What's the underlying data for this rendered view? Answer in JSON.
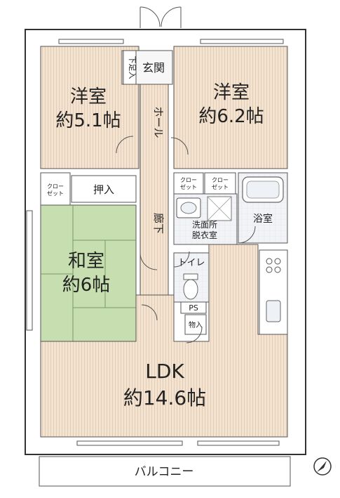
{
  "rooms": {
    "western_room_1": {
      "name": "洋室",
      "size": "約5.1帖"
    },
    "western_room_2": {
      "name": "洋室",
      "size": "約6.2帖"
    },
    "japanese_room": {
      "name": "和室",
      "size": "約6帖"
    },
    "ldk": {
      "name": "LDK",
      "size": "約14.6帖"
    },
    "entrance": "玄関",
    "shoe_storage": "下足入",
    "hall": "ホール",
    "corridor": "廊下",
    "oshiire": "押入",
    "closet_left": "クローゼット",
    "closet_a": "クローゼット",
    "closet_b": "クローゼット",
    "bath": "浴室",
    "washroom": "洗面所脱衣室",
    "toilet": "トイレ",
    "ps": "PS",
    "storage": "物入",
    "balcony": "バルコニー"
  },
  "colors": {
    "wood_floor": "#f3e3d0",
    "tatami": "#c7dfb0",
    "wall": "#ffffff",
    "line": "#333333",
    "tile": "#eef0f4"
  }
}
